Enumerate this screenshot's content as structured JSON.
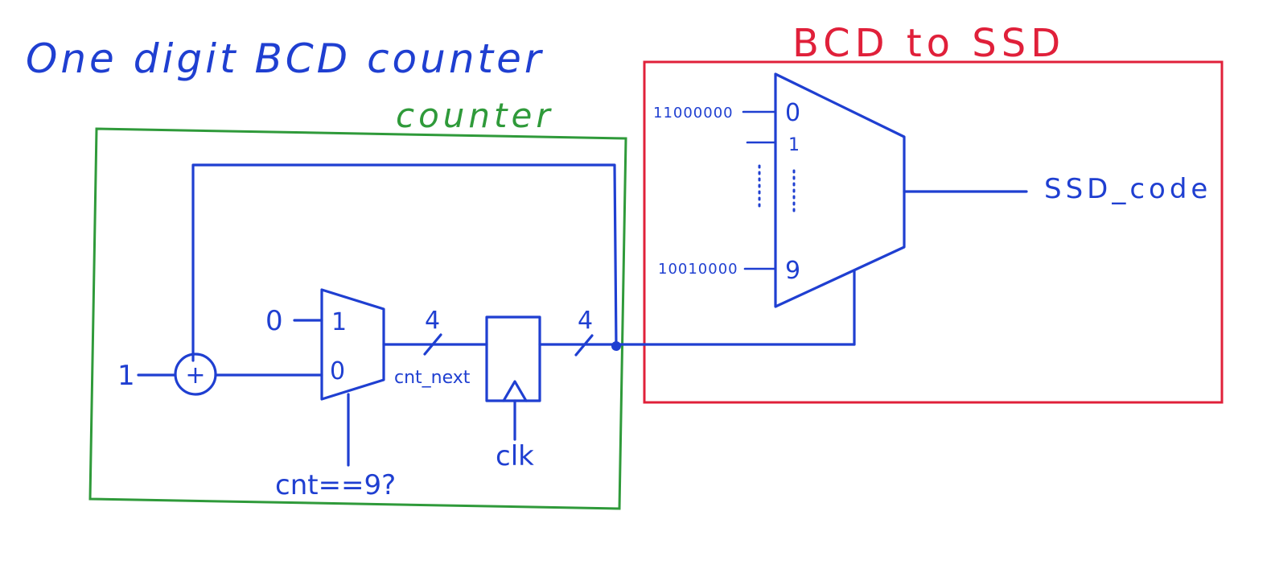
{
  "title": "One digit BCD counter",
  "counter_block": {
    "label": "counter"
  },
  "decoder_block": {
    "label": "BCD to SSD"
  },
  "adder": {
    "input_const": "1",
    "symbol": "+"
  },
  "mux": {
    "in1_const": "0",
    "in1_port": "1",
    "in0_port": "0",
    "select": "cnt==9?"
  },
  "bus_next": {
    "width": "4",
    "name": "cnt_next"
  },
  "register": {
    "clock": "clk"
  },
  "bus_cnt": {
    "width": "4"
  },
  "ssd_mux": {
    "port0": "0",
    "port1": "1",
    "port9": "9",
    "code0": "11000000",
    "code9": "10010000",
    "output": "SSD_code"
  },
  "colors": {
    "ink": "#1f3fd1",
    "counter_box": "#2f9a3a",
    "decoder_box": "#e0203a"
  }
}
